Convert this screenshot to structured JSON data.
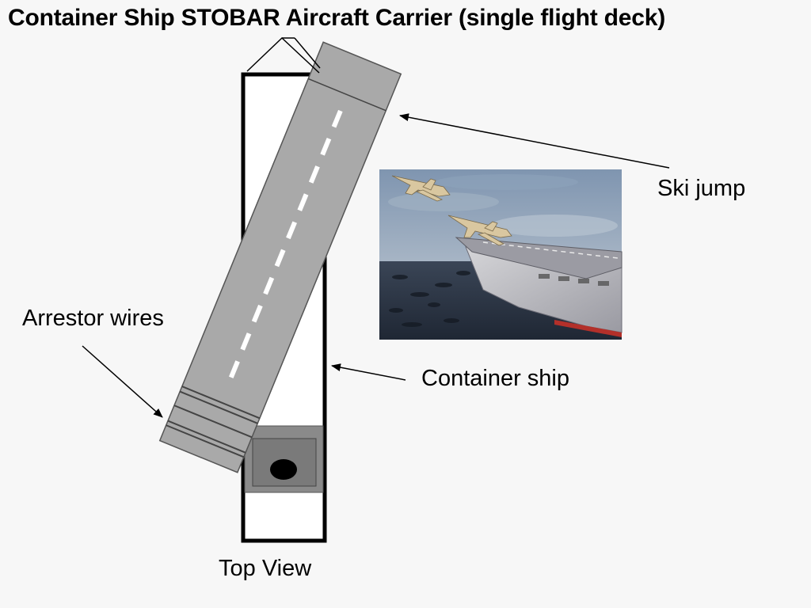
{
  "title": "Container Ship STOBAR Aircraft Carrier (single flight deck)",
  "labels": {
    "ski_jump": "Ski jump",
    "arrestor_wires": "Arrestor wires",
    "container_ship": "Container ship",
    "top_view": "Top View"
  },
  "colors": {
    "background": "#f7f7f7",
    "deck_gray": "#a9a9a9",
    "superstructure_gray": "#8a8a8a",
    "outline": "#000000",
    "runway_marking": "#ffffff"
  },
  "icons": {
    "photo": "carrier-launch-photo"
  }
}
